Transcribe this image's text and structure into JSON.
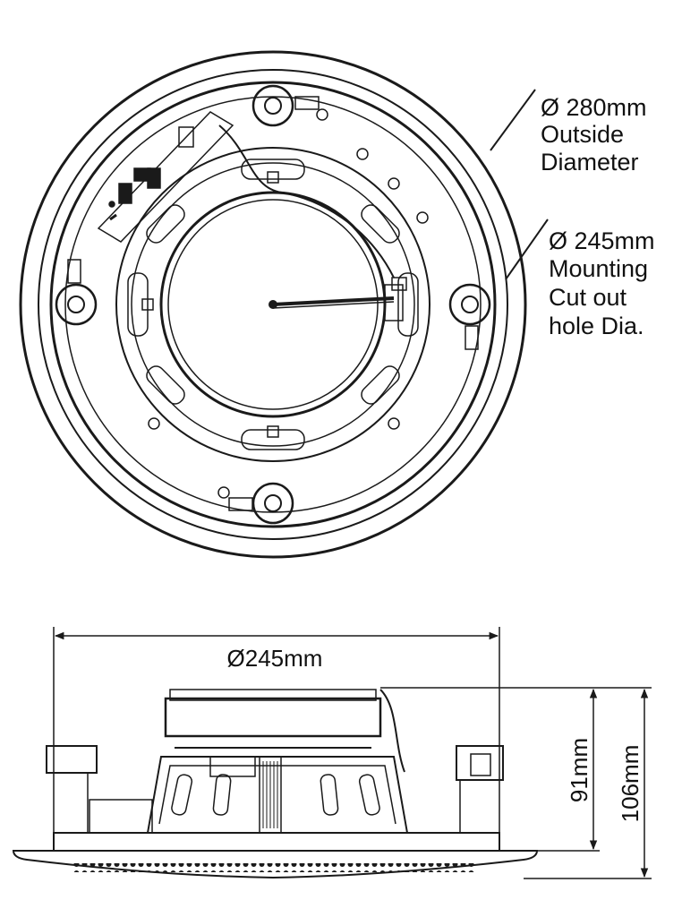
{
  "top_view": {
    "outside_callout": {
      "line1": "Ø 280mm",
      "line2": "Outside",
      "line3": "Diameter"
    },
    "cutout_callout": {
      "line1": "Ø 245mm",
      "line2": "Mounting",
      "line3": "Cut out",
      "line4": "hole Dia."
    }
  },
  "side_view": {
    "width_label": "Ø245mm",
    "body_height_label": "91mm",
    "total_height_label": "106mm"
  },
  "colors": {
    "line": "#1a1a1a",
    "background": "#ffffff"
  }
}
